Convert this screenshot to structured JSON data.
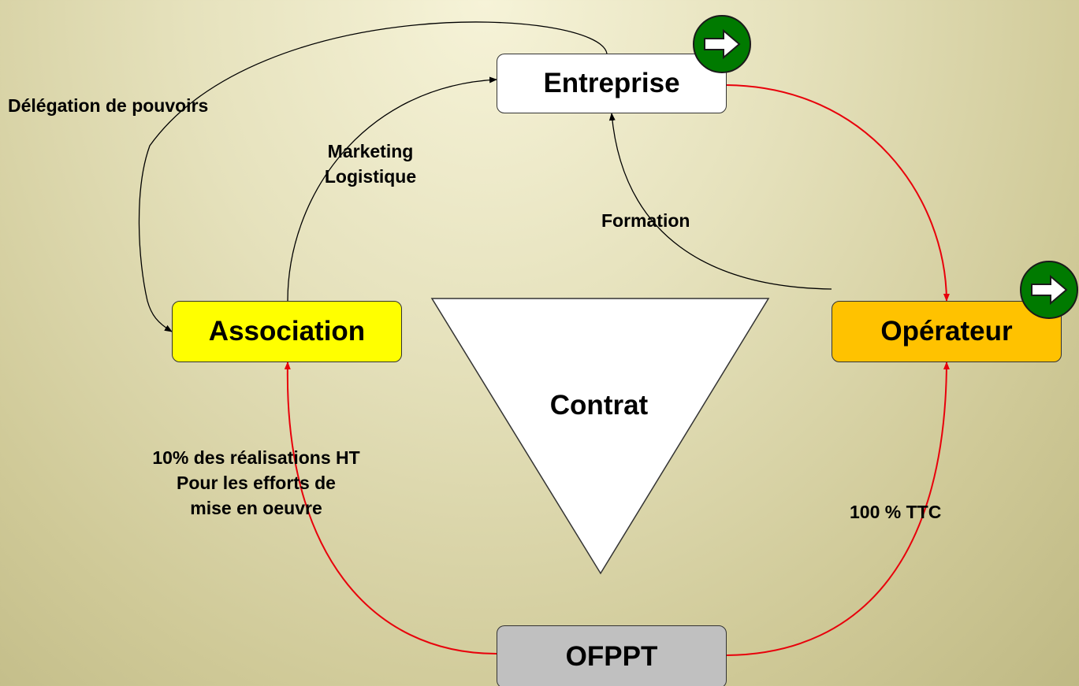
{
  "nodes": {
    "entreprise": "Entreprise",
    "association": "Association",
    "operateur": "Opérateur",
    "ofppt": "OFPPT"
  },
  "labels": {
    "delegation": "Délégation de pouvoirs",
    "marketing": [
      "Marketing",
      "Logistique"
    ],
    "formation": "Formation",
    "dix_pourcent": [
      "10% des réalisations HT",
      "Pour les efforts de",
      "mise en oeuvre"
    ],
    "cent_pourcent": "100 % TTC",
    "contrat": "Contrat"
  },
  "colors": {
    "entreprise": "#ffffff",
    "association": "#ffff00",
    "operateur": "#ffc200",
    "ofppt": "#c0c0c0",
    "red_arrow": "#e8000b",
    "black_arrow": "#000000",
    "next_button": "#007a00"
  },
  "icons": {
    "next_button_icon": "right-arrow-icon"
  }
}
